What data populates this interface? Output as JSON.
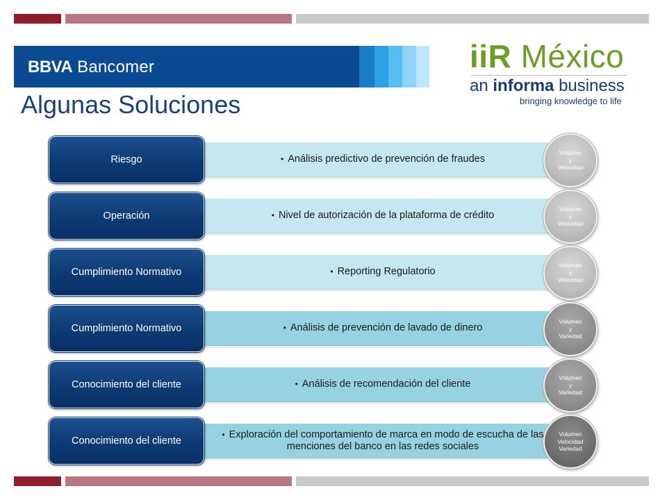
{
  "header": {
    "bank_logo_bold": "BBVA",
    "bank_logo_rest": "Bancomer",
    "title": "Algunas Soluciones"
  },
  "partner_logo": {
    "main_bold": "iiR",
    "main_rest": "México",
    "line2_pre": "an",
    "line2_bold": "informa",
    "line2_post": "business",
    "tagline": "bringing knowledge to life"
  },
  "colors": {
    "brand_blue": "#0a4a92",
    "label_blue": "#0d3a73",
    "stripe_dark": "#8e1e2e",
    "stripe_mid": "#b87880",
    "stripe_grey": "#c9c9c9",
    "arrow_light": "#c5e8f0",
    "arrow_mid": "#96d2e2",
    "logo_green": "#6d9c28"
  },
  "rows": [
    {
      "label": "Riesgo",
      "text": "Análisis predictivo de prevención de fraudes",
      "arrow": "light",
      "tags": [
        "Volumen",
        "y",
        "Velocidad"
      ],
      "circle": "light"
    },
    {
      "label": "Operación",
      "text": "Nivel de autorización de la plataforma de crédito",
      "arrow": "light",
      "tags": [
        "Volumen",
        "y",
        "Velocidad"
      ],
      "circle": "light"
    },
    {
      "label": "Cumplimiento Normativo",
      "text": "Reporting Regulatorio",
      "arrow": "light",
      "tags": [
        "Volumen",
        "y",
        "Velocidad"
      ],
      "circle": "light"
    },
    {
      "label": "Cumplimiento Normativo",
      "text": "Análisis de prevención de lavado de dinero",
      "arrow": "mid",
      "tags": [
        "Volumen",
        "y",
        "Variedad"
      ],
      "circle": "mid"
    },
    {
      "label": "Conocimiento del cliente",
      "text": "Análisis de recomendación del cliente",
      "arrow": "mid",
      "tags": [
        "Volumen",
        "y",
        "Variedad"
      ],
      "circle": "mid"
    },
    {
      "label": "Conocimiento del cliente",
      "text": "Exploración del comportamiento de marca en modo de escucha de las menciones del banco en las redes sociales",
      "arrow": "mid",
      "tags": [
        "Volumen",
        "Velocidad",
        "Variedad"
      ],
      "circle": "dark"
    }
  ]
}
